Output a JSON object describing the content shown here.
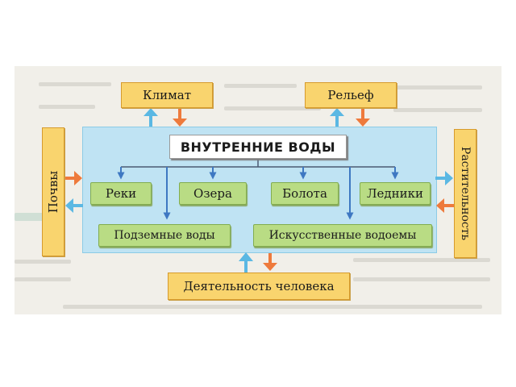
{
  "diagram": {
    "center": "ВНУТРЕННИЕ ВОДЫ",
    "types": [
      "Реки",
      "Озера",
      "Болота",
      "Ледники",
      "Подземные воды",
      "Искусственные водоемы"
    ],
    "factors": {
      "climate": "Климат",
      "relief": "Рельеф",
      "soils": "Почвы",
      "vegetation": "Растительность",
      "human_activity": "Деятельность человека"
    }
  },
  "colors": {
    "factor_box": "#f9d46e",
    "type_box": "#b9dc84",
    "panel": "#bfe3f3",
    "arrow_out": "#5bb8e3",
    "arrow_in": "#ee7a3c",
    "tree_arrow": "#3e78c2"
  }
}
